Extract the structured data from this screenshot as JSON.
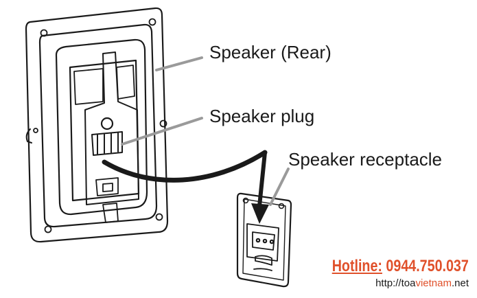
{
  "labels": {
    "speaker_rear": "Speaker (Rear)",
    "speaker_plug": "Speaker plug",
    "speaker_receptacle": "Speaker receptacle"
  },
  "watermark": {
    "hotline_label": "Hotline:",
    "hotline_number": "0944.750.037",
    "url_prefix": "http://toa",
    "url_brand": "vietnam",
    "url_suffix": ".net",
    "accent_color": "#e0502a"
  }
}
